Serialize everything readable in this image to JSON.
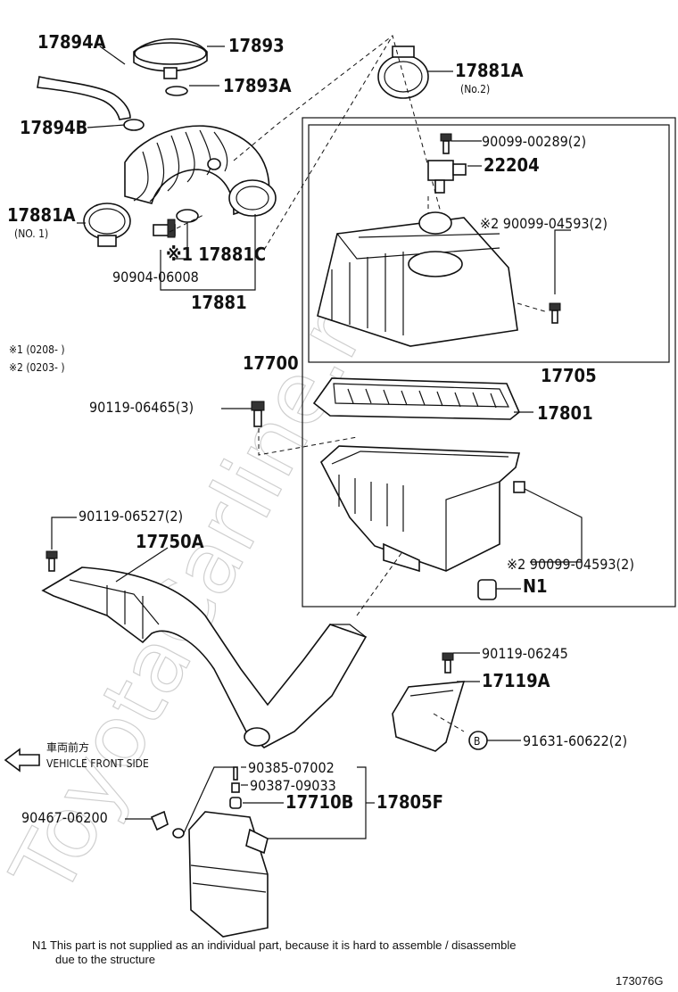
{
  "watermark": "ToyotaCarline.ru",
  "labels": {
    "p17894A": "17894A",
    "p17893": "17893",
    "p17893A": "17893A",
    "p17894B": "17894B",
    "p17881A_2": "17881A",
    "no2": "(No.2)",
    "p17881A_1": "17881A",
    "no1": "(NO. 1)",
    "p17881C": "※1 17881C",
    "p90904": "90904-06008",
    "p17881": "17881",
    "fn1": "※1 (0208-        )",
    "fn2": "※2 (0203-        )",
    "p90099_289": "90099-00289(2)",
    "p22204": "22204",
    "p90099_4593a": "※2 90099-04593(2)",
    "p17700": "17700",
    "p17705": "17705",
    "p90119_6465": "90119-06465(3)",
    "p17801": "17801",
    "p90119_6527": "90119-06527(2)",
    "p17750A": "17750A",
    "p90099_4593b": "※2 90099-04593(2)",
    "n1": "N1",
    "p90119_6245": "90119-06245",
    "p17119A": "17119A",
    "b": "B",
    "p91631": "91631-60622(2)",
    "front_jp": "車両前方",
    "front_en": "VEHICLE FRONT SIDE",
    "p90385": "90385-07002",
    "p90387": "90387-09033",
    "p17710B": "17710B",
    "p17805F": "17805F",
    "p90467": "90467-06200",
    "footnote_line1": "N1   This part is not supplied as an individual part, because it is hard to assemble / disassemble",
    "footnote_line2": "due to the structure",
    "code": "173076G"
  }
}
